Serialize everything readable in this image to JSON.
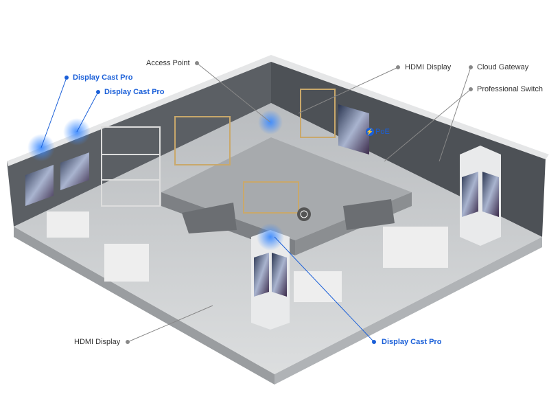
{
  "labels": {
    "access_point": "Access Point",
    "hdmi_display_top": "HDMI Display",
    "cloud_gateway": "Cloud Gateway",
    "professional_switch": "Professional Switch",
    "display_cast_pro_1": "Display Cast Pro",
    "display_cast_pro_2": "Display Cast Pro",
    "hdmi_display_bottom": "HDMI Display",
    "display_cast_pro_bottom": "Display Cast Pro",
    "poe": "PoE"
  },
  "colors": {
    "accent": "#1a5fd8",
    "wall": "#55595e",
    "floor": "#c9cbcd",
    "leader": "#888888"
  }
}
